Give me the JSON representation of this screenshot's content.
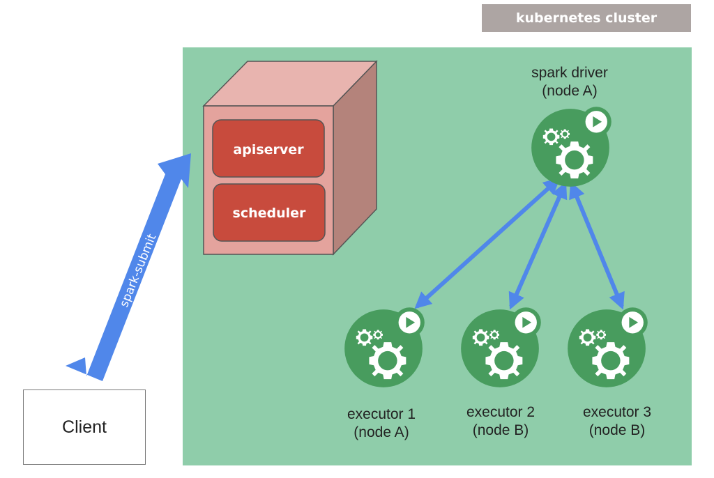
{
  "cluster": {
    "title": "kubernetes cluster"
  },
  "master": {
    "components": [
      "apiserver",
      "scheduler"
    ]
  },
  "client": {
    "label": "Client"
  },
  "submit_arrow": {
    "label": "spark-submit"
  },
  "driver": {
    "name": "spark driver",
    "node": "(node A)"
  },
  "executors": [
    {
      "name": "executor 1",
      "node": "(node A)"
    },
    {
      "name": "executor 2",
      "node": "(node B)"
    },
    {
      "name": "executor 3",
      "node": "(node B)"
    }
  ],
  "colors": {
    "cluster_bg": "#8fcdaa",
    "pod": "#489c5e",
    "arrow": "#5087ea",
    "component": "#c84b3d",
    "badge": "#ada5a3"
  }
}
